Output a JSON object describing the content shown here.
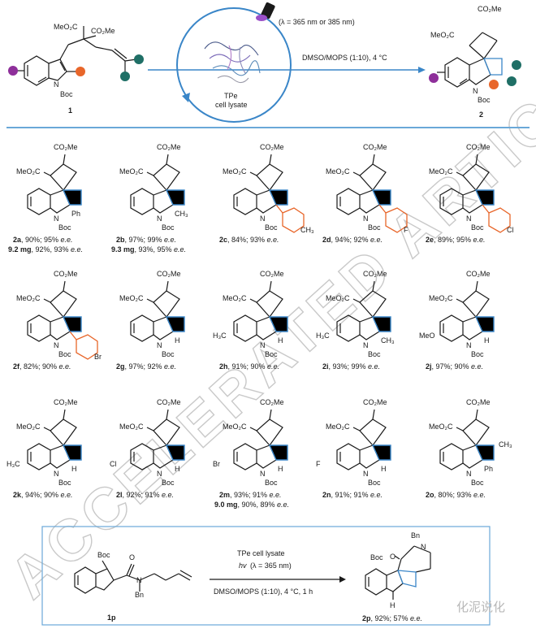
{
  "scheme": {
    "top": {
      "substrate_label": "1",
      "product_label": "2",
      "wavelength": "(λ = 365 nm or 385 nm)",
      "conditions": "DMSO/MOPS (1:10), 4 °C",
      "enzyme_name": "TPe",
      "enzyme_source": "cell lysate",
      "substrate_groups": {
        "ester1": "MeO₂C",
        "ester2": "CO₂Me",
        "n_label": "N",
        "boc": "Boc"
      },
      "product_groups": {
        "ester1": "MeO₂C",
        "ester2": "CO₂Me",
        "n_label": "N",
        "boc": "Boc"
      }
    },
    "colors": {
      "purple": "#8e2f9a",
      "orange": "#e8662a",
      "teal": "#1f6f66",
      "blue": "#3a86c8",
      "divider": "#6aa8d8"
    },
    "entries": [
      {
        "id": "2a",
        "result": ", 90%; 95% ",
        "ee": "e.e.",
        "extra_id": "9.2 mg",
        "extra_result": ", 92%, 93% ",
        "extra_ee": "e.e.",
        "sub": "Ph",
        "co2me": "CO₂Me",
        "meo2c": "MeO₂C",
        "n": "N",
        "boc": "Boc"
      },
      {
        "id": "2b",
        "result": ", 97%; 99% ",
        "ee": "e.e.",
        "extra_id": "9.3 mg",
        "extra_result": ", 93%, 95% ",
        "extra_ee": "e.e.",
        "sub": "CH₃",
        "co2me": "CO₂Me",
        "meo2c": "MeO₂C",
        "n": "N",
        "boc": "Boc"
      },
      {
        "id": "2c",
        "result": ", 84%; 93% ",
        "ee": "e.e.",
        "sub": "CH₃",
        "co2me": "CO₂Me",
        "meo2c": "MeO₂C",
        "n": "N",
        "boc": "Boc"
      },
      {
        "id": "2d",
        "result": ", 94%; 92% ",
        "ee": "e.e.",
        "sub": "F",
        "co2me": "CO₂Me",
        "meo2c": "MeO₂C",
        "n": "N",
        "boc": "Boc"
      },
      {
        "id": "2e",
        "result": ", 89%; 95% ",
        "ee": "e.e.",
        "sub": "Cl",
        "co2me": "CO₂Me",
        "meo2c": "MeO₂C",
        "n": "N",
        "boc": "Boc"
      },
      {
        "id": "2f",
        "result": ", 82%; 90% ",
        "ee": "e.e.",
        "sub": "Br",
        "co2me": "CO₂Me",
        "meo2c": "MeO₂C",
        "n": "N",
        "boc": "Boc"
      },
      {
        "id": "2g",
        "result": ", 97%; 92% ",
        "ee": "e.e.",
        "sub": "H",
        "co2me": "CO₂Me",
        "meo2c": "MeO₂C",
        "n": "N",
        "boc": "Boc"
      },
      {
        "id": "2h",
        "result": ", 91%; 90% ",
        "ee": "e.e.",
        "sub": "H",
        "ring": "H₃C",
        "co2me": "CO₂Me",
        "meo2c": "MeO₂C",
        "n": "N",
        "boc": "Boc"
      },
      {
        "id": "2i",
        "result": ", 93%; 99% ",
        "ee": "e.e.",
        "sub": "CH₃",
        "ring": "H₃C",
        "co2me": "CO₂Me",
        "meo2c": "MeO₂C",
        "n": "N",
        "boc": "Boc"
      },
      {
        "id": "2j",
        "result": ", 97%; 90% ",
        "ee": "e.e.",
        "sub": "H",
        "ring": "MeO",
        "co2me": "CO₂Me",
        "meo2c": "MeO₂C",
        "n": "N",
        "boc": "Boc"
      },
      {
        "id": "2k",
        "result": ", 94%; 90% ",
        "ee": "e.e.",
        "sub": "H",
        "ring": "H₃C",
        "co2me": "CO₂Me",
        "meo2c": "MeO₂C",
        "n": "N",
        "boc": "Boc"
      },
      {
        "id": "2l",
        "result": ", 92%; 91% ",
        "ee": "e.e.",
        "sub": "H",
        "ring": "Cl",
        "co2me": "CO₂Me",
        "meo2c": "MeO₂C",
        "n": "N",
        "boc": "Boc"
      },
      {
        "id": "2m",
        "result": ", 93%; 91% ",
        "ee": "e.e.",
        "extra_id": "9.0 mg",
        "extra_result": ", 90%, 89% ",
        "extra_ee": "e.e.",
        "sub": "H",
        "ring": "Br",
        "co2me": "CO₂Me",
        "meo2c": "MeO₂C",
        "n": "N",
        "boc": "Boc"
      },
      {
        "id": "2n",
        "result": ", 91%; 91% ",
        "ee": "e.e.",
        "sub": "H",
        "ring": "F",
        "co2me": "CO₂Me",
        "meo2c": "MeO₂C",
        "n": "N",
        "boc": "Boc"
      },
      {
        "id": "2o",
        "result": ", 80%; 93% ",
        "ee": "e.e.",
        "sub": "Ph",
        "sub2": "CH₃",
        "co2me": "CO₂Me",
        "meo2c": "MeO₂C",
        "n": "N",
        "boc": "Boc"
      }
    ],
    "bottom": {
      "reagent": "TPe cell lysate",
      "light": "(λ = 365 nm)",
      "hv": "hv",
      "conditions": "DMSO/MOPS (1:10), 4 °C, 1 h",
      "substrate_label": "1p",
      "product_id": "2p",
      "product_result": ", 92%; 57% ",
      "product_ee": "e.e.",
      "boc": "Boc",
      "n": "N",
      "bn": "Bn",
      "o": "O",
      "h": "H"
    },
    "watermark": "ACCELERATED ARTICLE PREVIEW",
    "corner_mark": "化泥说化"
  }
}
